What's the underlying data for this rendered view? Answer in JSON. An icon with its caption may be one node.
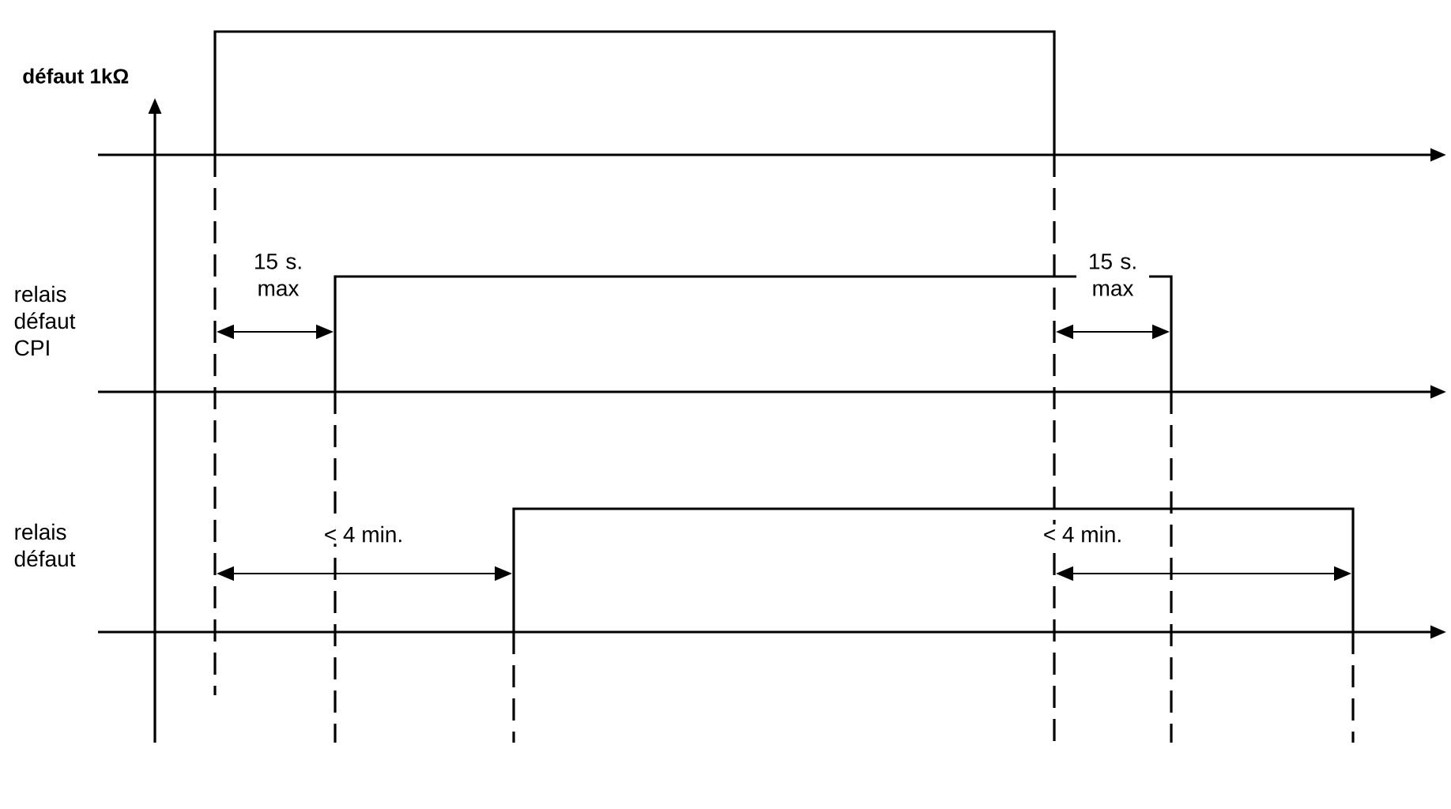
{
  "diagram": {
    "labels": [
      "défaut 1kΩ",
      "15 s. max",
      "relais défaut CPI",
      "15 s. max",
      "relais défaut",
      "< 4 min.",
      "< 4 min."
    ]
  }
}
